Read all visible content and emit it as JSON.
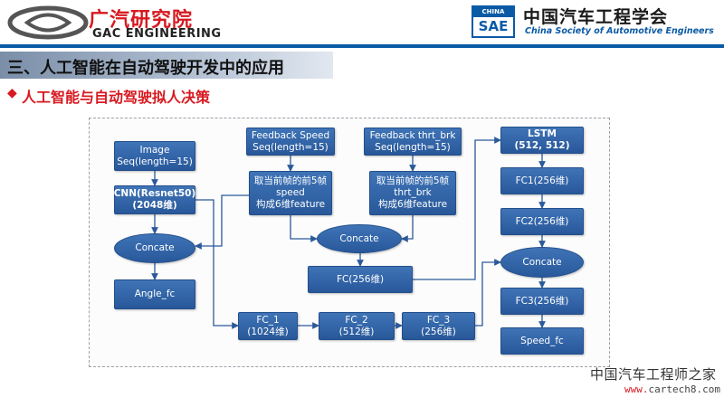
{
  "header": {
    "gac_cn": "广汽研究院",
    "gac_en": "GAC ENGINEERING",
    "sae_badge_top": "CHINA",
    "sae_badge": "SAE",
    "sae_cn": "中国汽车工程学会",
    "sae_en": "China Society of Automotive Engineers"
  },
  "section_title": "三、人工智能在自动驾驶开发中的应用",
  "subtitle_marker": "◆",
  "subtitle": "人工智能与自动驾驶拟人决策",
  "colors": {
    "node_blue": "#2f64a8",
    "accent_red": "#d71920",
    "header_blue": "#0b5aa6"
  },
  "nodes": {
    "image_seq": "Image\nSeq(length=15)",
    "cnn": "CNN(Resnet50)\n(2048维)",
    "concate_left": "Concate",
    "angle_fc": "Angle_fc",
    "fb_speed": "Feedback Speed\nSeq(length=15)",
    "take_speed": "取当前帧的前5帧\nspeed\n构成6维feature",
    "fb_thrt": "Feedback  thrt_brk\nSeq(length=15)",
    "take_thrt": "取当前帧的前5帧\nthrt_brk\n构成6维feature",
    "concate_mid": "Concate",
    "fc256_mid": "FC(256维)",
    "fc_1": "FC_1\n(1024维)",
    "fc_2": "FC_2\n(512维)",
    "fc_3": "FC_3\n(256维)",
    "lstm": "LSTM\n(512, 512)",
    "fc1": "FC1(256维)",
    "fc2": "FC2(256维)",
    "concate_right": "Concate",
    "fc3": "FC3(256维)",
    "speed_fc": "Speed_fc"
  },
  "watermark": {
    "text": "中国汽车工程师之家",
    "url_red": "www.",
    "url_rest": "cartech8.com"
  }
}
